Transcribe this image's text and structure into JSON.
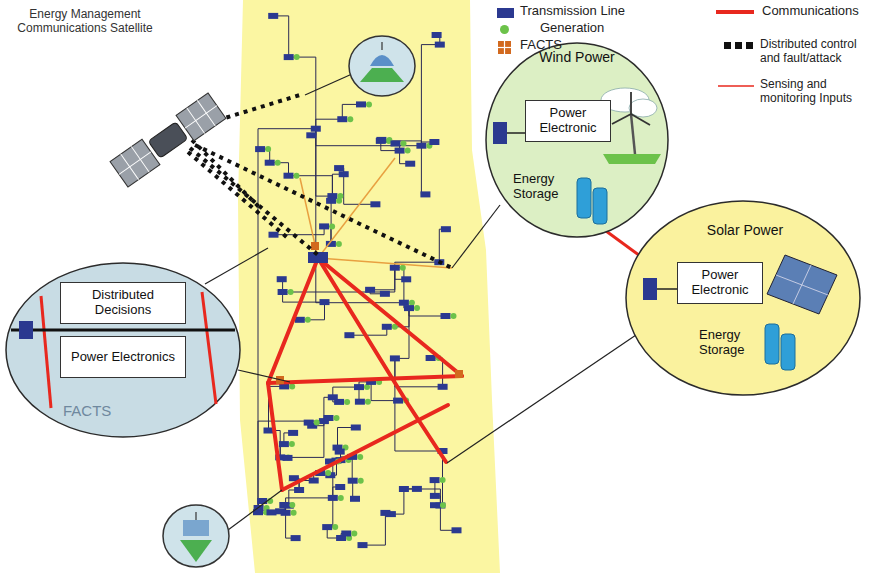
{
  "diagram": {
    "nodes": [
      {
        "text": [
          "Wind Power",
          "Energy Storage"
        ]
      },
      {
        "text": [
          "Power Electronic"
        ],
        "in": 0
      },
      {
        "text": [
          "Solar Power",
          "Energy Storage"
        ]
      },
      {
        "text": [
          "Power Electronic"
        ],
        "in": 2
      },
      {
        "text": [
          "FACTS"
        ]
      },
      {
        "text": [
          "Distributed Decisions"
        ],
        "in": 4
      },
      {
        "text": [
          "Power Electronics"
        ],
        "in": 4
      }
    ],
    "labels": [
      "Energy Management Communications Satellite"
    ],
    "legend": [
      {
        "text": "Transmission Line",
        "color": "#2b3990"
      },
      {
        "text": "Communications"
      },
      {
        "text": "Generation",
        "color": "#6cc24a"
      },
      {
        "text": "FACTS"
      },
      {
        "text": "Distributed control and fault/attack"
      },
      {
        "text": "Sensing and monitoring Inputs"
      }
    ]
  }
}
